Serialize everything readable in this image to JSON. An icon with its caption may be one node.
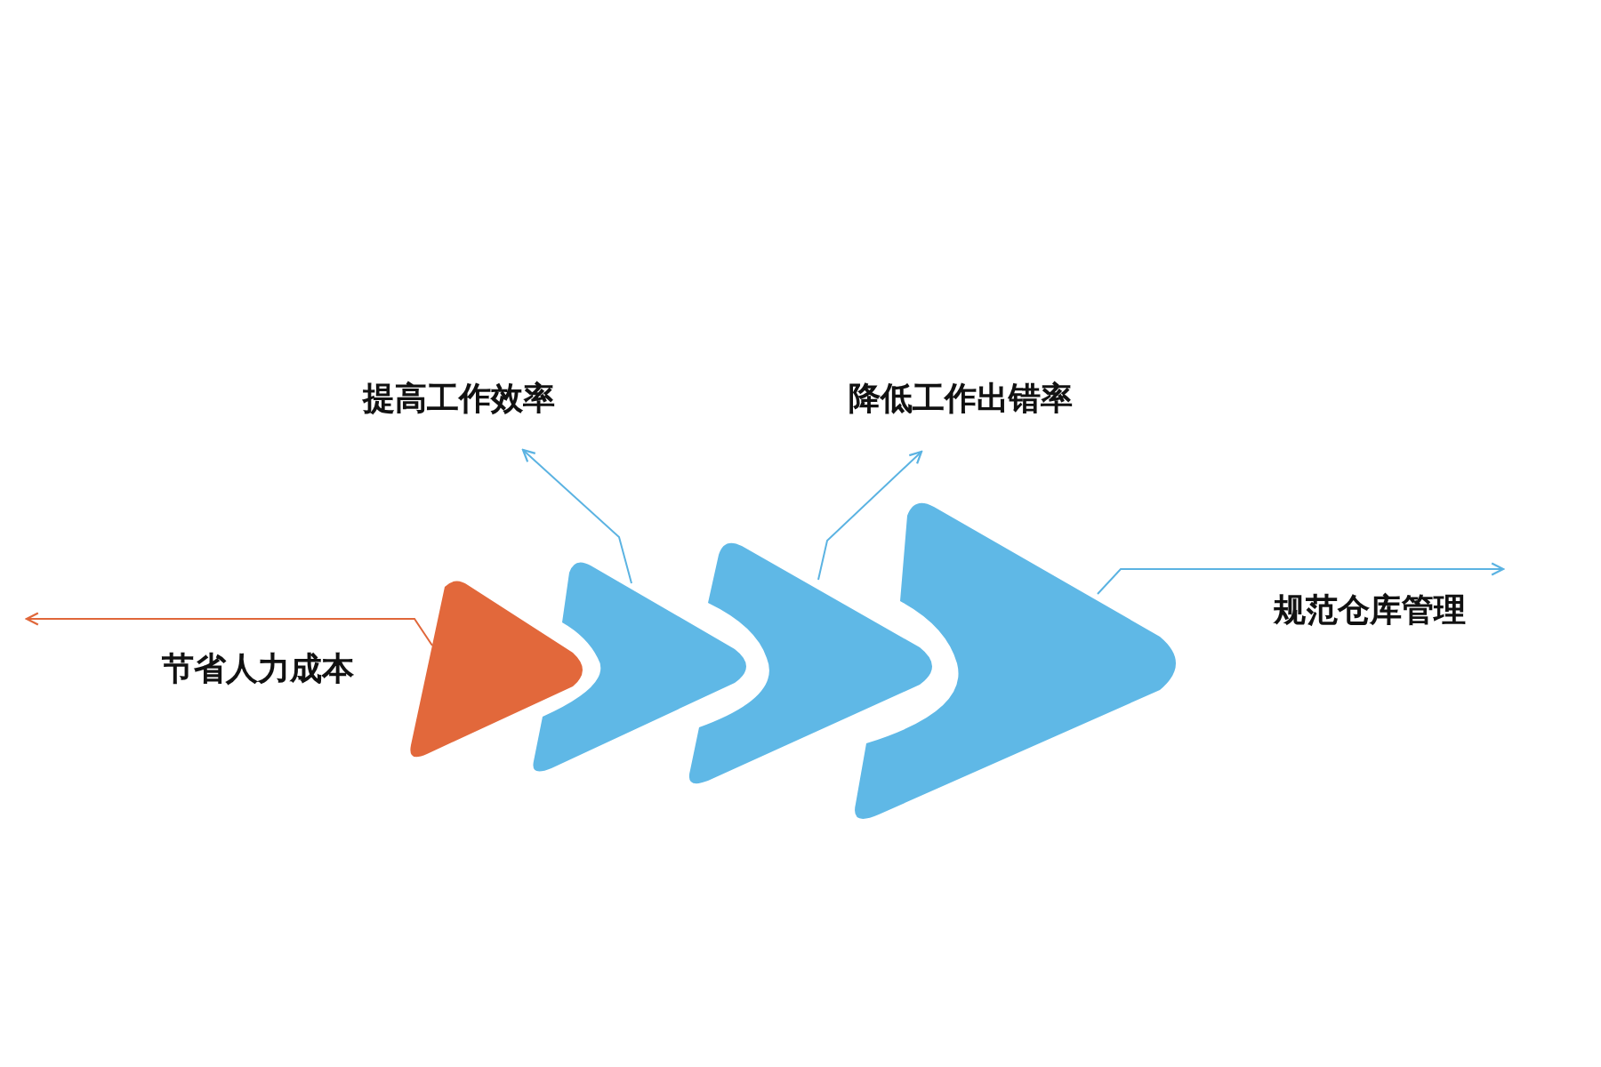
{
  "diagram": {
    "nodes": [
      {
        "text": [
          "提高工作效率"
        ]
      },
      {
        "text": [
          "降低工作出错率"
        ]
      },
      {
        "text": [],
        "shape": "triangle"
      },
      {
        "text": [],
        "shape": "chevron"
      },
      {
        "text": [],
        "shape": "chevron"
      },
      {
        "text": [],
        "shape": "chevron"
      },
      {
        "text": [
          "节省人力成本"
        ]
      },
      {
        "text": [
          "规范仓库管理"
        ]
      }
    ],
    "edges": [
      {
        "from": 2,
        "to": 6,
        "arrow": "to",
        "color": "#e0673a"
      },
      {
        "from": 3,
        "to": 0,
        "arrow": "to"
      },
      {
        "from": 4,
        "to": 1,
        "arrow": "to"
      },
      {
        "from": 5,
        "to": 7,
        "arrow": "to"
      }
    ]
  }
}
